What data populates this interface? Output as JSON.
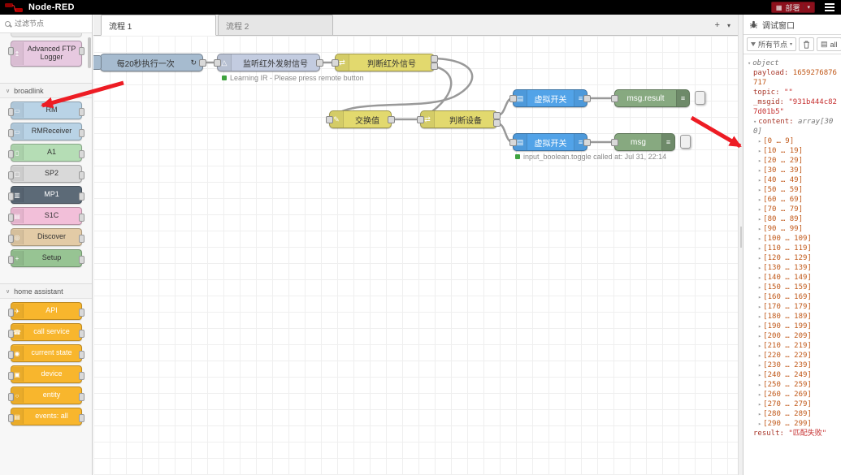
{
  "colors": {
    "header_bg": "#000000",
    "deploy_red": "#8C101C",
    "node_inject": "#A6BBCF",
    "node_listen": "#C3CCE0",
    "node_switch_change": "#E2D96E",
    "node_virtual_switch_blue": "#52A3E8",
    "node_debug_green": "#87A980",
    "node_rm_blue": "#B9D3E6",
    "node_a1_green": "#B5DDB5",
    "node_sp2_grey": "#D9D9D9",
    "node_mp1_dark": "#5C6A77",
    "node_s1c_pink": "#F2BFD9",
    "node_discover_tan": "#E3CBA6",
    "node_setup_green": "#97C493",
    "node_home_assistant_yellow": "#F8B62D",
    "node_ftp_pink": "#E7C9E0",
    "wire_grey": "#999999",
    "status_green": "#3FA33F",
    "annotation_red": "#ED1C24"
  },
  "icons": {
    "chevron_down": "∨",
    "caret_down": "▾",
    "caret_right": "▸",
    "plus": "+",
    "deploy_grid": "▦",
    "listen": "△",
    "switch": "⇄",
    "change": "✎",
    "vswitch_left": "▤",
    "vswitch_right": "≡",
    "debug_list": "≡",
    "ftp": "↥",
    "bl_rm": "▭",
    "bl_rmreceiver": "▭",
    "bl_a1": "▯",
    "bl_sp2": "▢",
    "bl_mp1": "▥",
    "bl_s1c": "▤",
    "bl_discover": "◎",
    "bl_setup": "+",
    "ha_api": "✈",
    "ha_call": "☎",
    "ha_state": "◉",
    "ha_device": "▣",
    "ha_entity": "○",
    "ha_events": "▤",
    "all_sheet": "▤"
  },
  "header": {
    "title": "Node-RED",
    "deploy_label": "部署"
  },
  "palette": {
    "search_placeholder": "过滤节点",
    "ftp_node_label": "Advanced FTP Logger",
    "categories": [
      {
        "label": "broadlink",
        "nodes": [
          {
            "label": "RM"
          },
          {
            "label": "RMReceiver"
          },
          {
            "label": "A1"
          },
          {
            "label": "SP2"
          },
          {
            "label": "MP1"
          },
          {
            "label": "S1C"
          },
          {
            "label": "Discover"
          },
          {
            "label": "Setup"
          }
        ]
      },
      {
        "label": "home assistant",
        "nodes": [
          {
            "label": "API"
          },
          {
            "label": "call service"
          },
          {
            "label": "current state"
          },
          {
            "label": "device"
          },
          {
            "label": "entity"
          },
          {
            "label": "events: all"
          }
        ]
      }
    ]
  },
  "workspace": {
    "tabs": [
      {
        "label": "流程 1"
      },
      {
        "label": "流程 2"
      }
    ],
    "add_tab": "+",
    "tab_menu": "▾"
  },
  "flow": {
    "inject_label": "每20秒执行一次",
    "inject_repeat": "↻",
    "listen_label": "监听红外发射信号",
    "listen_status": "Learning IR - Please press remote button",
    "switch_ir_label": "判断红外信号",
    "change_label": "交换值",
    "switch_dev_label": "判断设备",
    "vswitch1_label": "虚拟开关",
    "vswitch2_label": "虚拟开关",
    "debug1_label": "msg.result",
    "debug2_label": "msg",
    "vswitch2_status": "input_boolean.toggle called at: Jul 31, 22:14"
  },
  "debug": {
    "title": "调试窗口",
    "filter_label": "所有节点",
    "all_label": "all",
    "msg": {
      "root_type": "object",
      "payload_key": "payload:",
      "payload_value": "1659276876717",
      "topic_key": "topic:",
      "topic_value": "\"\"",
      "msgid_key": "_msgid:",
      "msgid_value": "\"931b444c827d01b5\"",
      "content_key": "content:",
      "content_type": "array[300]",
      "ranges": [
        "[0 … 9]",
        "[10 … 19]",
        "[20 … 29]",
        "[30 … 39]",
        "[40 … 49]",
        "[50 … 59]",
        "[60 … 69]",
        "[70 … 79]",
        "[80 … 89]",
        "[90 … 99]",
        "[100 … 109]",
        "[110 … 119]",
        "[120 … 129]",
        "[130 … 139]",
        "[140 … 149]",
        "[150 … 159]",
        "[160 … 169]",
        "[170 … 179]",
        "[180 … 189]",
        "[190 … 199]",
        "[200 … 209]",
        "[210 … 219]",
        "[220 … 229]",
        "[230 … 239]",
        "[240 … 249]",
        "[250 … 259]",
        "[260 … 269]",
        "[270 … 279]",
        "[280 … 289]",
        "[290 … 299]"
      ],
      "result_key": "result:",
      "result_value": "\"匹配失败\""
    }
  }
}
